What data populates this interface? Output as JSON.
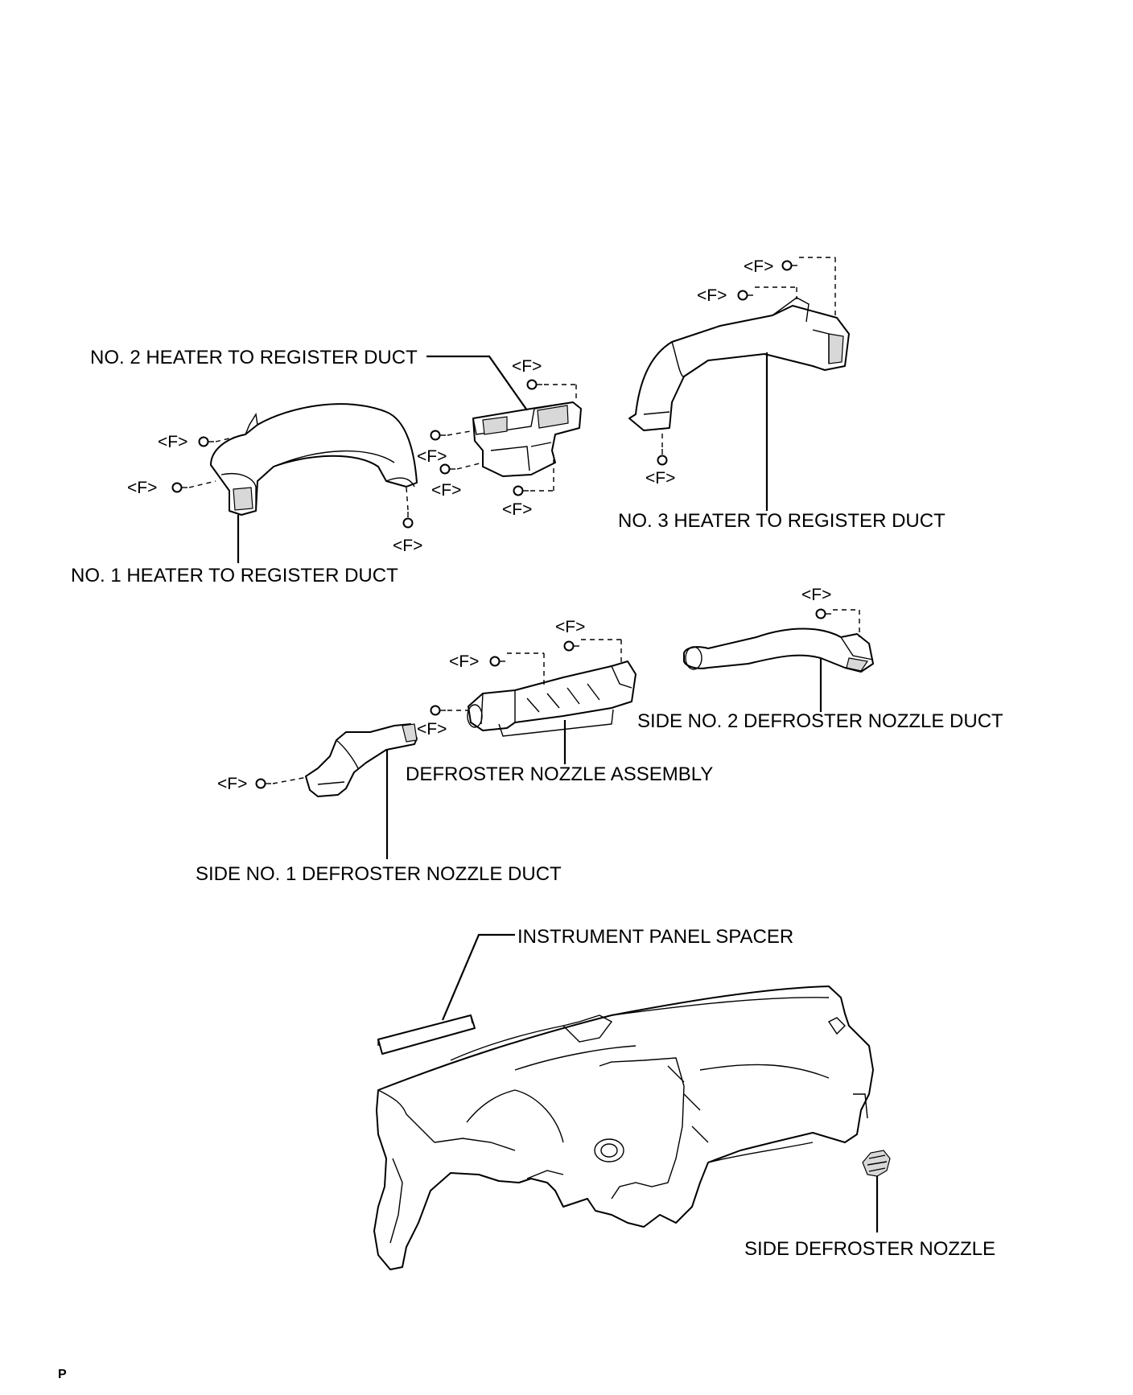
{
  "labels": {
    "no2_heater_duct": "NO. 2 HEATER TO REGISTER DUCT",
    "no1_heater_duct": "NO. 1 HEATER TO REGISTER DUCT",
    "no3_heater_duct": "NO. 3 HEATER TO REGISTER DUCT",
    "side_no2_defroster_duct": "SIDE NO. 2 DEFROSTER NOZZLE DUCT",
    "defroster_nozzle_assembly": "DEFROSTER NOZZLE ASSEMBLY",
    "side_no1_defroster_duct": "SIDE NO. 1 DEFROSTER NOZZLE DUCT",
    "instrument_panel_spacer": "INSTRUMENT PANEL SPACER",
    "side_defroster_nozzle": "SIDE DEFROSTER NOZZLE"
  },
  "fastener_mark": "<F>",
  "footer_code": "P"
}
